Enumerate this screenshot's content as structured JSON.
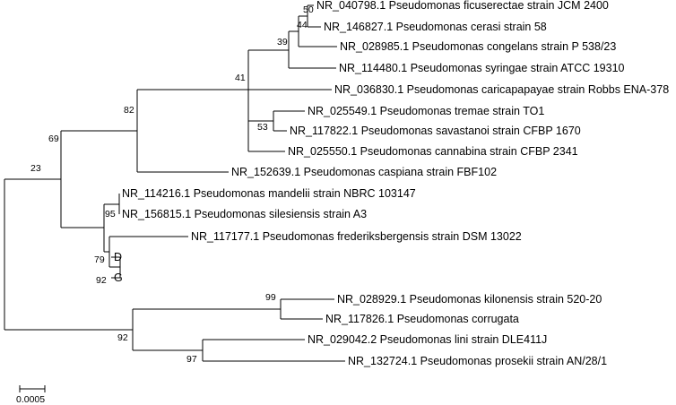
{
  "taxa": [
    "NR_040798.1 Pseudomonas ficuserectae strain JCM 2400",
    "NR_146827.1 Pseudomonas cerasi strain 58",
    "NR_028985.1 Pseudomonas congelans strain P 538/23",
    "NR_114480.1 Pseudomonas syringae strain ATCC 19310",
    "NR_036830.1 Pseudomonas caricapapayae strain Robbs ENA-378",
    "NR_025549.1 Pseudomonas tremae strain TO1",
    "NR_117822.1 Pseudomonas savastanoi strain CFBP 1670",
    "NR_025550.1 Pseudomonas cannabina strain CFBP 2341",
    "NR_152639.1 Pseudomonas caspiana strain FBF102",
    "NR_114216.1 Pseudomonas mandelii strain NBRC 103147",
    "NR_156815.1 Pseudomonas silesiensis strain A3",
    "NR_117177.1 Pseudomonas frederiksbergensis strain DSM 13022",
    "D",
    "G",
    "NR_028929.1 Pseudomonas kilonensis strain 520-20",
    "NR_117826.1 Pseudomonas corrugata",
    "NR_029042.2 Pseudomonas lini strain DLE411J",
    "NR_132724.1 Pseudomonas prosekii strain AN/28/1"
  ],
  "bootstrap": [
    "50",
    "44",
    "39",
    "41",
    "53",
    "82",
    "69",
    "23",
    "95",
    "79",
    "92",
    "99",
    "92",
    "97"
  ],
  "scale_bar": {
    "label": "0.0005",
    "value": 0.0005
  }
}
